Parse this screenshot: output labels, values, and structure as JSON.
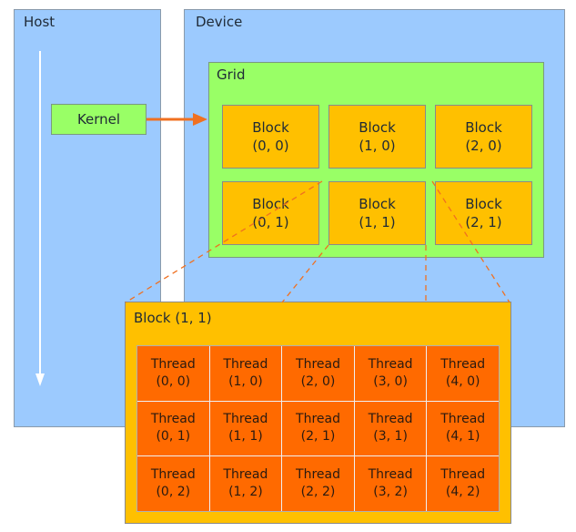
{
  "host": {
    "label": "Host"
  },
  "device": {
    "label": "Device"
  },
  "kernel": {
    "label": "Kernel"
  },
  "grid": {
    "label": "Grid",
    "blocks": [
      {
        "name": "Block",
        "coord": "(0, 0)"
      },
      {
        "name": "Block",
        "coord": "(1, 0)"
      },
      {
        "name": "Block",
        "coord": "(2, 0)"
      },
      {
        "name": "Block",
        "coord": "(0, 1)"
      },
      {
        "name": "Block",
        "coord": "(1, 1)"
      },
      {
        "name": "Block",
        "coord": "(2, 1)"
      }
    ]
  },
  "zoomed_block": {
    "label": "Block (1, 1)",
    "threads": [
      {
        "name": "Thread",
        "coord": "(0, 0)"
      },
      {
        "name": "Thread",
        "coord": "(1, 0)"
      },
      {
        "name": "Thread",
        "coord": "(2, 0)"
      },
      {
        "name": "Thread",
        "coord": "(3, 0)"
      },
      {
        "name": "Thread",
        "coord": "(4, 0)"
      },
      {
        "name": "Thread",
        "coord": "(0, 1)"
      },
      {
        "name": "Thread",
        "coord": "(1, 1)"
      },
      {
        "name": "Thread",
        "coord": "(2, 1)"
      },
      {
        "name": "Thread",
        "coord": "(3, 1)"
      },
      {
        "name": "Thread",
        "coord": "(4, 1)"
      },
      {
        "name": "Thread",
        "coord": "(0, 2)"
      },
      {
        "name": "Thread",
        "coord": "(1, 2)"
      },
      {
        "name": "Thread",
        "coord": "(2, 2)"
      },
      {
        "name": "Thread",
        "coord": "(3, 2)"
      },
      {
        "name": "Thread",
        "coord": "(4, 2)"
      }
    ]
  },
  "colors": {
    "host_device_bg": "#9ccafe",
    "kernel_grid_bg": "#99ff66",
    "block_bg": "#ffc000",
    "thread_bg": "#ff6a00",
    "arrow": "#f07020"
  }
}
